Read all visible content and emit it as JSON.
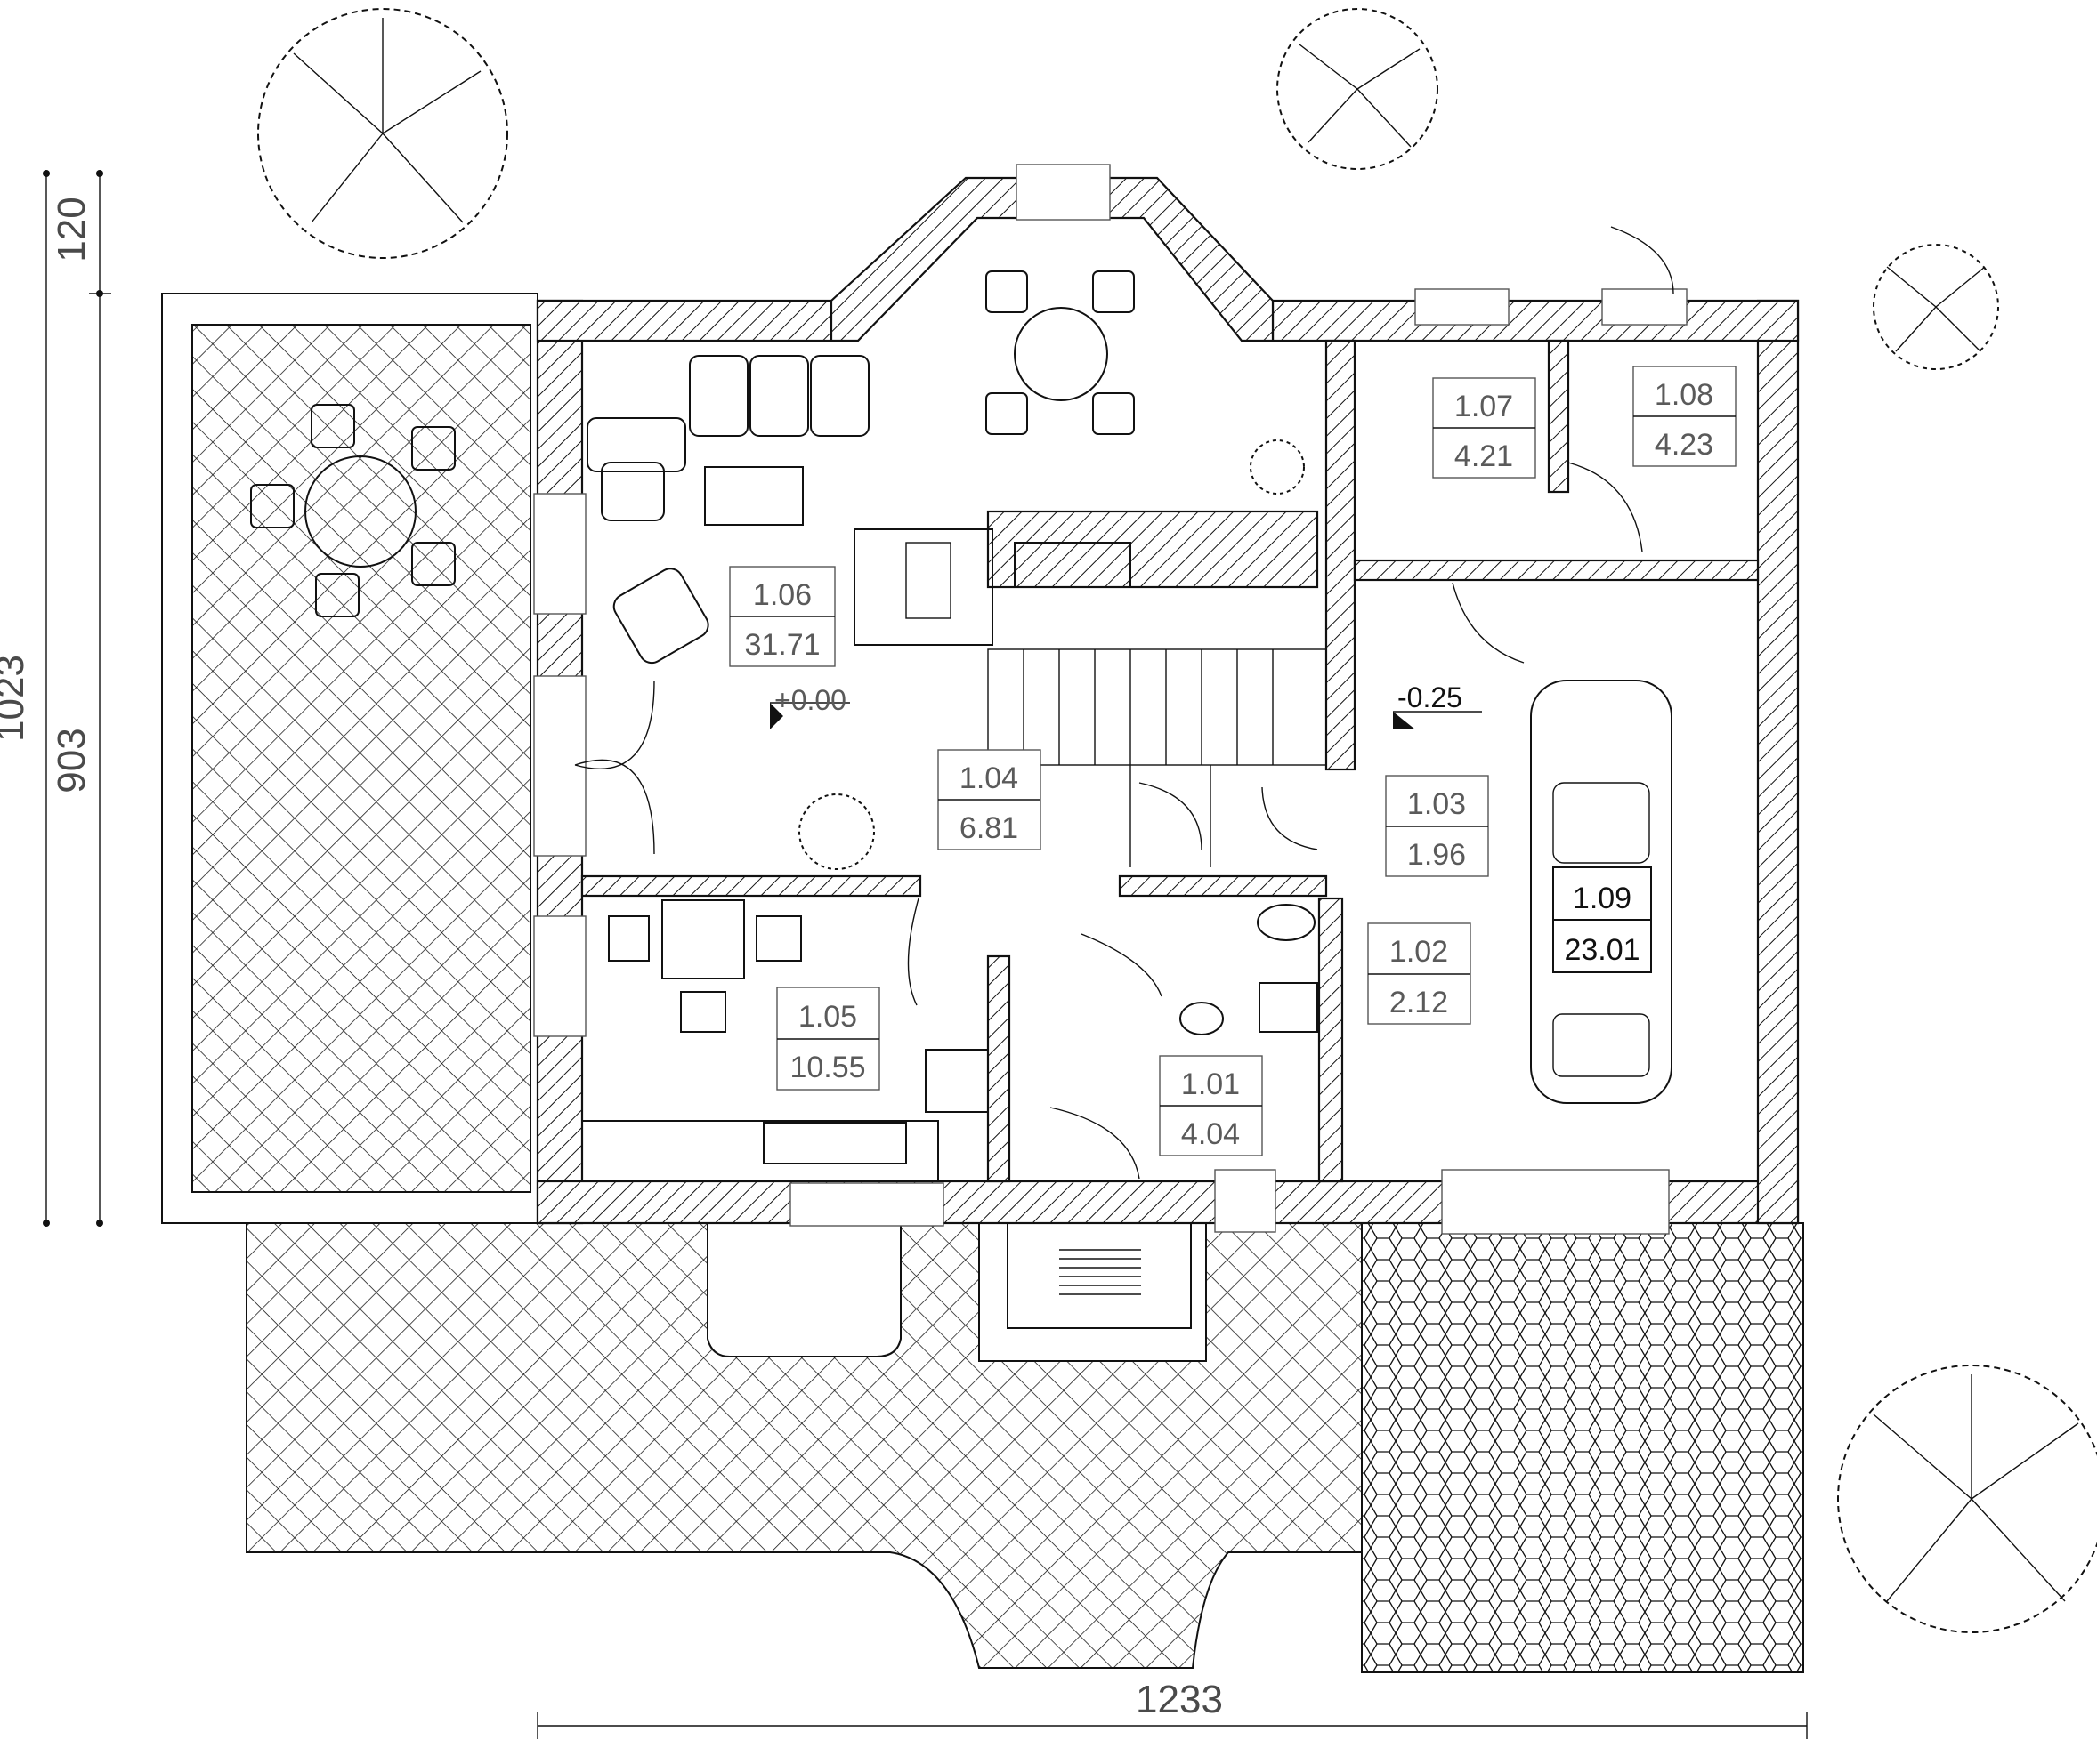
{
  "rooms": [
    {
      "id": "1.01",
      "area": "4.04"
    },
    {
      "id": "1.02",
      "area": "2.12"
    },
    {
      "id": "1.03",
      "area": "1.96"
    },
    {
      "id": "1.04",
      "area": "6.81"
    },
    {
      "id": "1.05",
      "area": "10.55"
    },
    {
      "id": "1.06",
      "area": "31.71"
    },
    {
      "id": "1.07",
      "area": "4.21"
    },
    {
      "id": "1.08",
      "area": "4.23"
    },
    {
      "id": "1.09",
      "area": "23.01"
    }
  ],
  "levels": {
    "main": "+0.00",
    "garage": "-0.25"
  },
  "dimensions": {
    "total_height": "1023",
    "wall_height": "903",
    "top_offset": "120",
    "total_width": "1233"
  },
  "colors": {
    "line": "#111111",
    "label": "#5a5a5a"
  }
}
